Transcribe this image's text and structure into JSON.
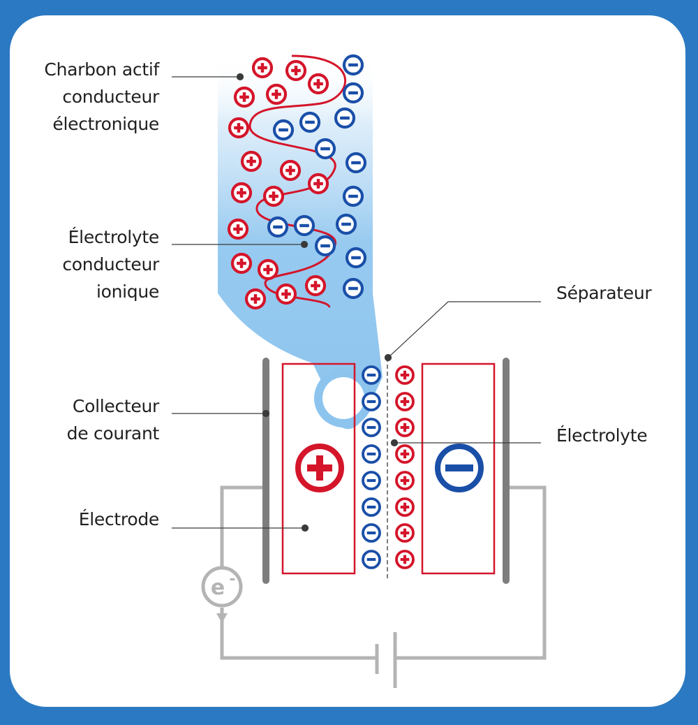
{
  "labels": {
    "charbon": [
      "Charbon actif",
      "conducteur",
      "électronique"
    ],
    "electrolyte_ionique": [
      "Électrolyte",
      "conducteur",
      "ionique"
    ],
    "collecteur": [
      "Collecteur",
      "de courant"
    ],
    "electrode": "Électrode",
    "separateur": "Séparateur",
    "electrolyte": "Électrolyte"
  },
  "symbols": {
    "electron": "e",
    "electron_superscript": "-"
  },
  "colors": {
    "frame_background": "#2b79c2",
    "panel": "#ffffff",
    "cation_red": "#d4152a",
    "anion_blue": "#1a4fa8",
    "electrolyte_glow": "#8cc4ee",
    "collector_gray": "#7d7d7d",
    "circuit_gray": "#b4b4b4",
    "leader_line": "#3a3a3a"
  },
  "icons": {
    "cation": "plus-circle-icon",
    "anion": "minus-circle-icon",
    "positive_electrode": "large-plus-circle-icon",
    "negative_electrode": "large-minus-circle-icon",
    "electron": "electron-circle-icon",
    "battery": "battery-symbol-icon"
  }
}
